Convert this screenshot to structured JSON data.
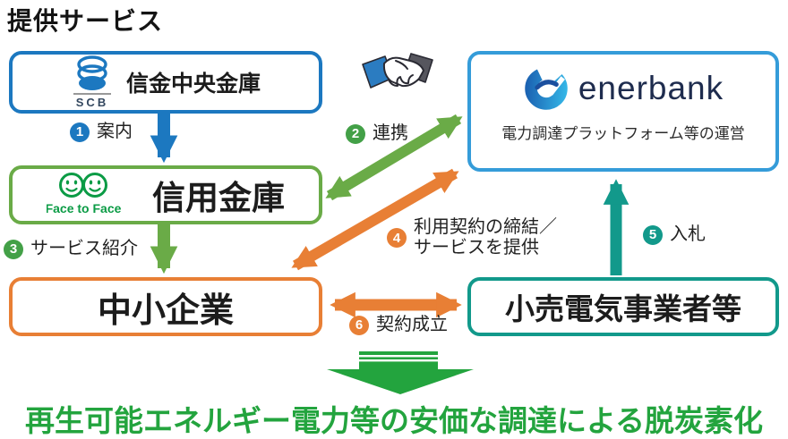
{
  "title": "提供サービス",
  "colors": {
    "blue": "#1c78c0",
    "enerbank_border": "#359cd9",
    "green": "#6aab47",
    "badge_green": "#43a047",
    "orange": "#e87f35",
    "teal": "#12998b",
    "accent_green": "#23a43e",
    "face_green": "#0b9b45",
    "enerbank_navy": "#1e2c4e"
  },
  "icons": {
    "handshake": "handshake-icon",
    "scb_logo": "scb-rings-logo",
    "face_to_face_logo": "face-to-face-smileys-logo",
    "enerbank_mark": "enerbank-swirl-logo",
    "big_down_arrow": "big-green-down-arrow"
  },
  "nodes": {
    "scb": {
      "name": "信金中央金庫",
      "logo": "SCB"
    },
    "enerbank": {
      "wordmark": "enerbank",
      "caption": "電力調達プラットフォーム等の運営"
    },
    "shinkin": {
      "name": "信用金庫",
      "logo": "Face to Face"
    },
    "sme": {
      "name": "中小企業"
    },
    "retailer": {
      "name": "小売電気事業者等"
    }
  },
  "flows": [
    {
      "num": "1",
      "label": "案内"
    },
    {
      "num": "2",
      "label": "連携"
    },
    {
      "num": "3",
      "label": "サービス紹介"
    },
    {
      "num": "4",
      "label": "利用契約の締結／",
      "label2": "サービスを提供"
    },
    {
      "num": "5",
      "label": "入札"
    },
    {
      "num": "6",
      "label": "契約成立"
    }
  ],
  "outcome": "再生可能エネルギー電力等の安価な調達による脱炭素化"
}
